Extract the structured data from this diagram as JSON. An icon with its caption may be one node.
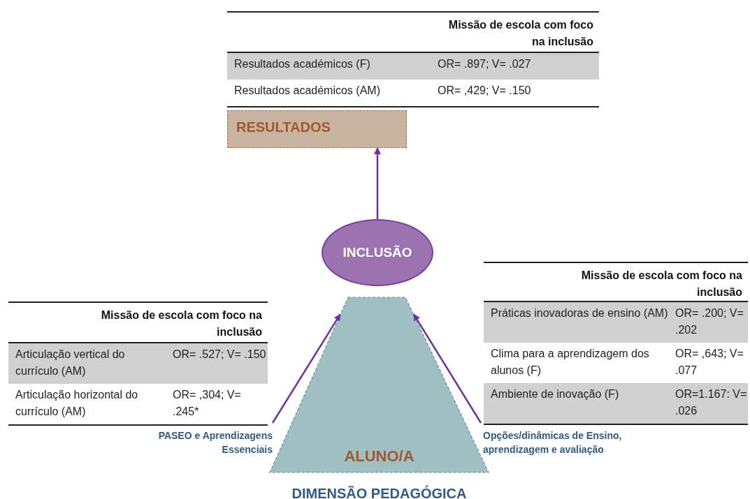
{
  "diagram": {
    "nodes": [
      {
        "text": [
          "RESULTADOS"
        ]
      },
      {
        "text": [
          "INCLUSÃO"
        ]
      },
      {
        "text": [
          "ALUNO/A"
        ],
        "beside": [
          "DIMENSÃO PEDAGÓGICA"
        ]
      },
      {
        "text": [
          "PASEO e Aprendizagens Essenciais"
        ]
      },
      {
        "text": [
          "Opções/dinâmicas de Ensino, aprendizagem e avaliação"
        ]
      }
    ],
    "edges": [
      {
        "from": 1,
        "to": 0,
        "arrow": "to"
      },
      {
        "from": 3,
        "to": 2,
        "arrow": "to"
      },
      {
        "from": 4,
        "to": 2,
        "arrow": "to"
      }
    ],
    "labels": [
      "Missão de escola com foco na inclusão",
      "Resultados académicos (F)",
      "OR= .897; V= .027",
      "Resultados académicos (AM)",
      "OR= ,429; V= .150",
      "Missão de escola com foco na inclusão",
      "Práticas inovadoras de ensino (AM)",
      "OR= .200; V= .202",
      "Clima para a aprendizagem dos alunos (F)",
      "OR= ,643; V= .077",
      "Ambiente de inovação (F)",
      "OR=1.167: V= .026",
      "Missão de escola com foco na inclusão",
      "Articulação vertical do currículo (AM)",
      "OR= .527; V= .150",
      "Articulação horizontal do currículo (AM)",
      "OR= ,304; V= .245*"
    ]
  }
}
